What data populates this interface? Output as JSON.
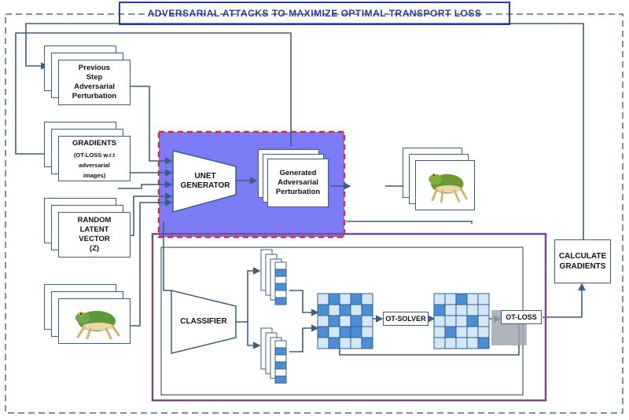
{
  "title": "ADVERSARIAL ATTACKS TO MAXIMIZE OPTIMAL TRANSPORT LOSS",
  "inputs": {
    "previous_step": [
      "Previous",
      "Step",
      "Adversarial",
      "Perturbation"
    ],
    "gradients": [
      "GRADIENTS"
    ],
    "gradients_detail": [
      "(OT-LOSS w.r.t",
      "adversarial",
      "images)"
    ],
    "random_latent": [
      "RANDOM",
      "LATENT",
      "VECTOR",
      "(Z)"
    ]
  },
  "generator_label": [
    "UNET",
    "GENERATOR"
  ],
  "generated_perturbation": [
    "Generated",
    "Adversarial",
    "Perturbation"
  ],
  "classifier_label": "CLASSIFIER",
  "ot_solver_label": "OT-SOLVER",
  "ot_loss_label": "OT-LOSS",
  "calculate_gradients": [
    "CALCULATE",
    "GRADIENTS"
  ],
  "colors": {
    "title_border": "#2a3d9c",
    "generator_region_fill": "#7b7cf5",
    "generator_region_border": "#e0263a",
    "classifier_region_border": "#7b4a8c",
    "connector": "#3b5f84",
    "matrix_light": "#d5e6f7",
    "matrix_dark": "#4d8ed3",
    "frog_green": "#5b9a3a"
  },
  "icons": [
    "frog-image-icon",
    "frog-image-icon"
  ]
}
